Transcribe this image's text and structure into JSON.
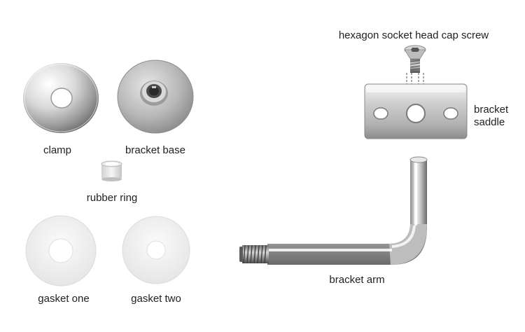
{
  "parts": {
    "clamp": "clamp",
    "bracket_base": "bracket base",
    "rubber_ring": "rubber ring",
    "gasket_one": "gasket one",
    "gasket_two": "gasket two",
    "screw": "hexagon socket head cap screw",
    "saddle_line1": "bracket",
    "saddle_line2": "saddle",
    "bracket_arm": "bracket arm"
  },
  "colors": {
    "steel_light": "#f2f2f2",
    "steel_mid": "#c4c4c4",
    "steel_dark": "#7a7a7a",
    "gasket": "#f4f4f4",
    "text": "#222222"
  }
}
